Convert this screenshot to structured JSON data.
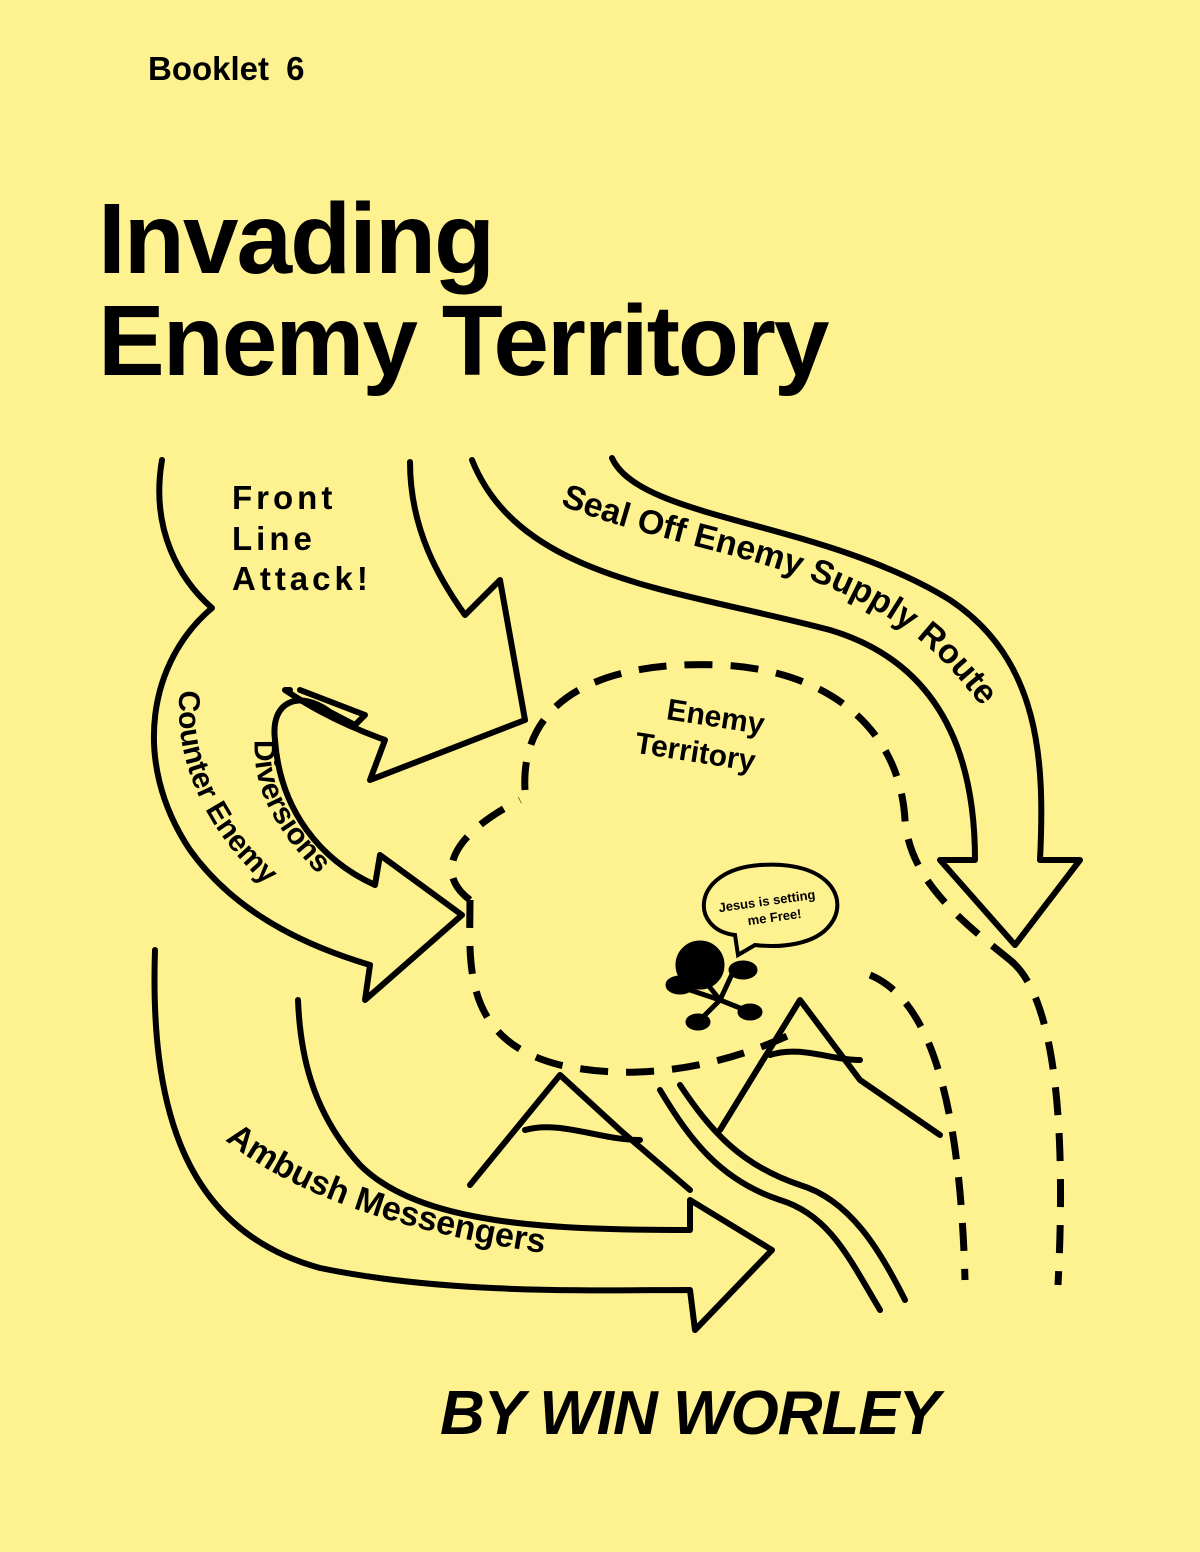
{
  "header": {
    "booklet": "Booklet 6"
  },
  "title": {
    "line1": "Invading",
    "line2": "Enemy Territory"
  },
  "illustration": {
    "front_line": [
      "Front",
      "Line",
      "Attack!"
    ],
    "seal_off": "Seal Off Enemy Supply Route",
    "enemy_territory": [
      "Enemy",
      "Territory"
    ],
    "diversions": "Diversions",
    "counter_enemy": "Counter Enemy",
    "speech": [
      "Jesus is setting",
      "me Free!"
    ],
    "ambush": "Ambush  Messengers"
  },
  "author": "BY WIN WORLEY",
  "colors": {
    "background": "#fef18f",
    "ink": "#000000"
  }
}
